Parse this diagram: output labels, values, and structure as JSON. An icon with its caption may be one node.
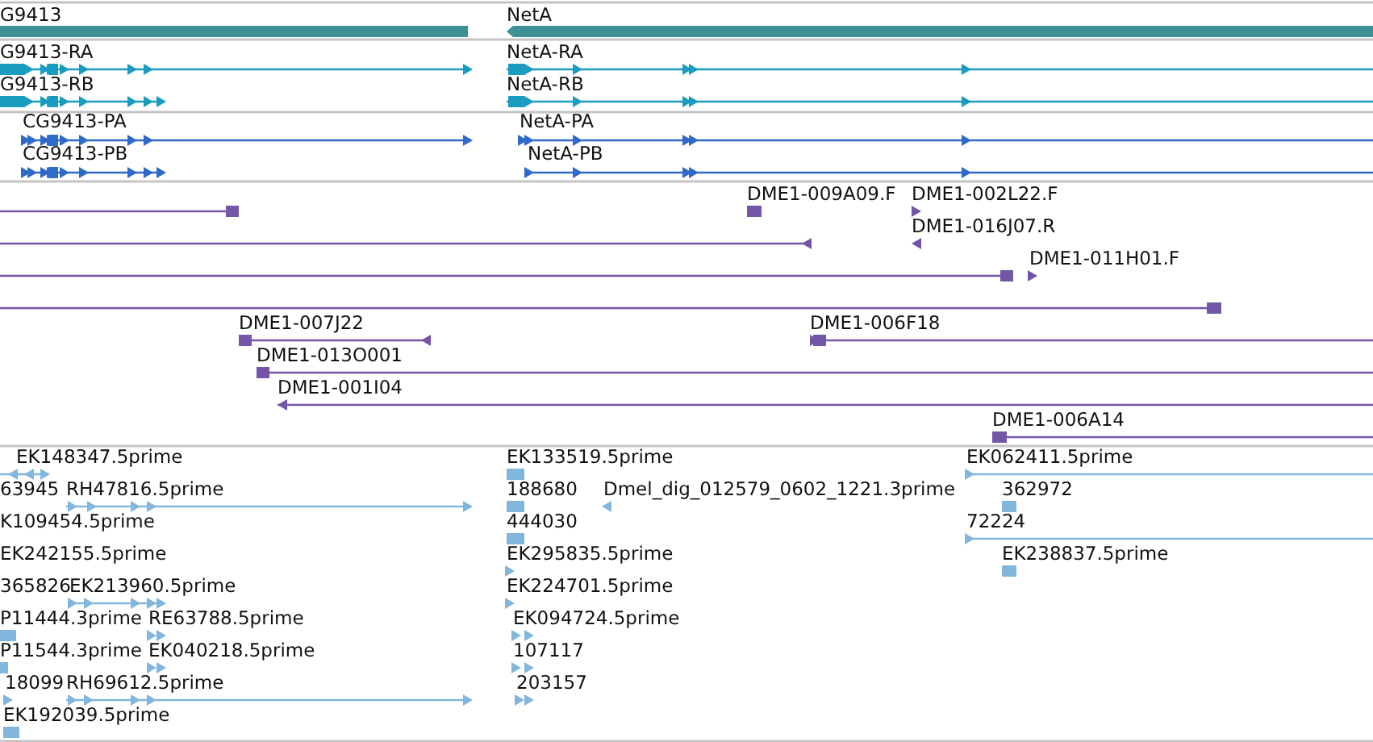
{
  "diagram": {
    "labels": [
      "G9413",
      "NetA",
      "G9413-RA",
      "NetA-RA",
      "G9413-RB",
      "NetA-RB",
      "CG9413-PA",
      "NetA-PA",
      "CG9413-PB",
      "NetA-PB",
      "DME1-009A09.F",
      "DME1-002L22.F",
      "DME1-016J07.R",
      "DME1-011H01.F",
      "DME1-007J22",
      "DME1-006F18",
      "DME1-013O001",
      "DME1-001I04",
      "DME1-006A14",
      "EK148347.5prime",
      "EK133519.5prime",
      "EK062411.5prime",
      "63945",
      "RH47816.5prime",
      "188680",
      "Dmel_dig_012579_0602_1221.3prime",
      "362972",
      "K109454.5prime",
      "444030",
      "72224",
      "EK242155.5prime",
      "EK295835.5prime",
      "EK238837.5prime",
      "365826",
      "EK213960.5prime",
      "EK224701.5prime",
      "P11444.3prime",
      "RE63788.5prime",
      "EK094724.5prime",
      "P11544.3prime",
      "EK040218.5prime",
      "107117",
      "18099",
      "RH69612.5prime",
      "203157",
      "EK192039.5prime"
    ]
  }
}
